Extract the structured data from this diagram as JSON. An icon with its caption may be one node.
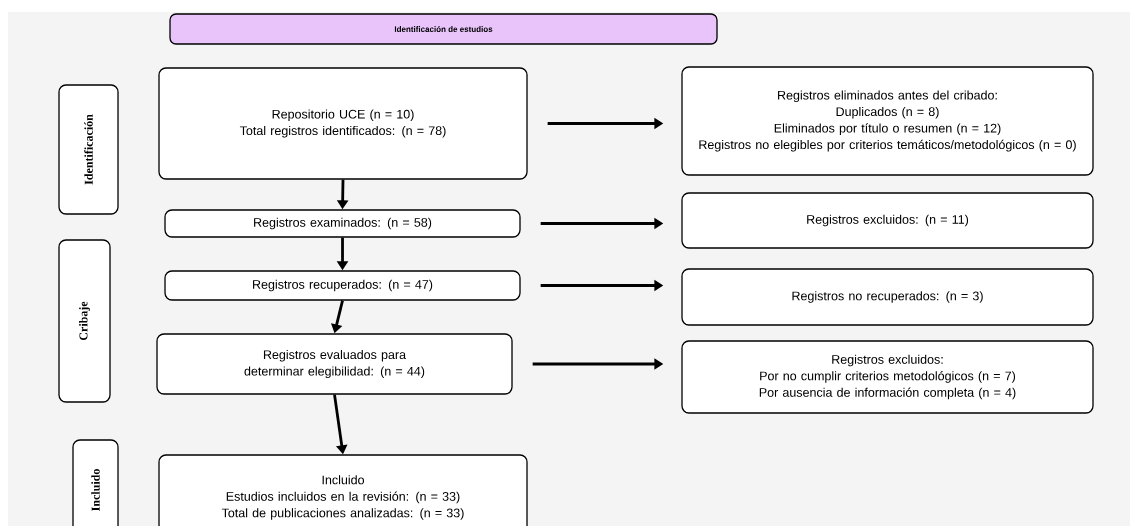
{
  "diagram": {
    "nodes": [
      {
        "text": [
          "Identificación de estudios"
        ]
      },
      {
        "text": [
          "Identificación"
        ]
      },
      {
        "text": [
          "Repositorio UCE (n = 10)",
          "Total registros identificados: (n = 78)"
        ]
      },
      {
        "text": [
          "Registros eliminados antes del cribado:",
          "Duplicados (n = 8)",
          "Eliminados por título o resumen (n = 12)",
          "Registros no elegibles por criterios temáticos/metodológicos (n = 0)"
        ]
      },
      {
        "text": [
          "Registros examinados: (n = 58)"
        ]
      },
      {
        "text": [
          "Registros excluidos: (n = 11)"
        ]
      },
      {
        "text": [
          "Cribaje"
        ]
      },
      {
        "text": [
          "Registros recuperados: (n = 47)"
        ]
      },
      {
        "text": [
          "Registros no recuperados: (n = 3)"
        ]
      },
      {
        "text": [
          "Registros evaluados para determinar elegibilidad: (n = 44)"
        ]
      },
      {
        "text": [
          "Registros excluidos:",
          "Por no cumplir criterios metodológicos (n = 7)",
          "Por ausencia de información completa (n = 4)"
        ]
      },
      {
        "text": [
          "Incluido"
        ]
      },
      {
        "text": [
          "Incluido",
          "Estudios incluidos en la revisión: (n = 33)",
          "Total de publicaciones analizadas: (n = 33)"
        ]
      }
    ],
    "edges": [
      {
        "from": 2,
        "to": 4,
        "arrow": "to"
      },
      {
        "from": 4,
        "to": 7,
        "arrow": "to"
      },
      {
        "from": 7,
        "to": 9,
        "arrow": "to"
      },
      {
        "from": 9,
        "to": 12,
        "arrow": "to"
      },
      {
        "from": 2,
        "to": 3,
        "arrow": "to"
      },
      {
        "from": 4,
        "to": 5,
        "arrow": "to"
      },
      {
        "from": 7,
        "to": 8,
        "arrow": "to"
      },
      {
        "from": 9,
        "to": 10,
        "arrow": "to"
      }
    ]
  }
}
